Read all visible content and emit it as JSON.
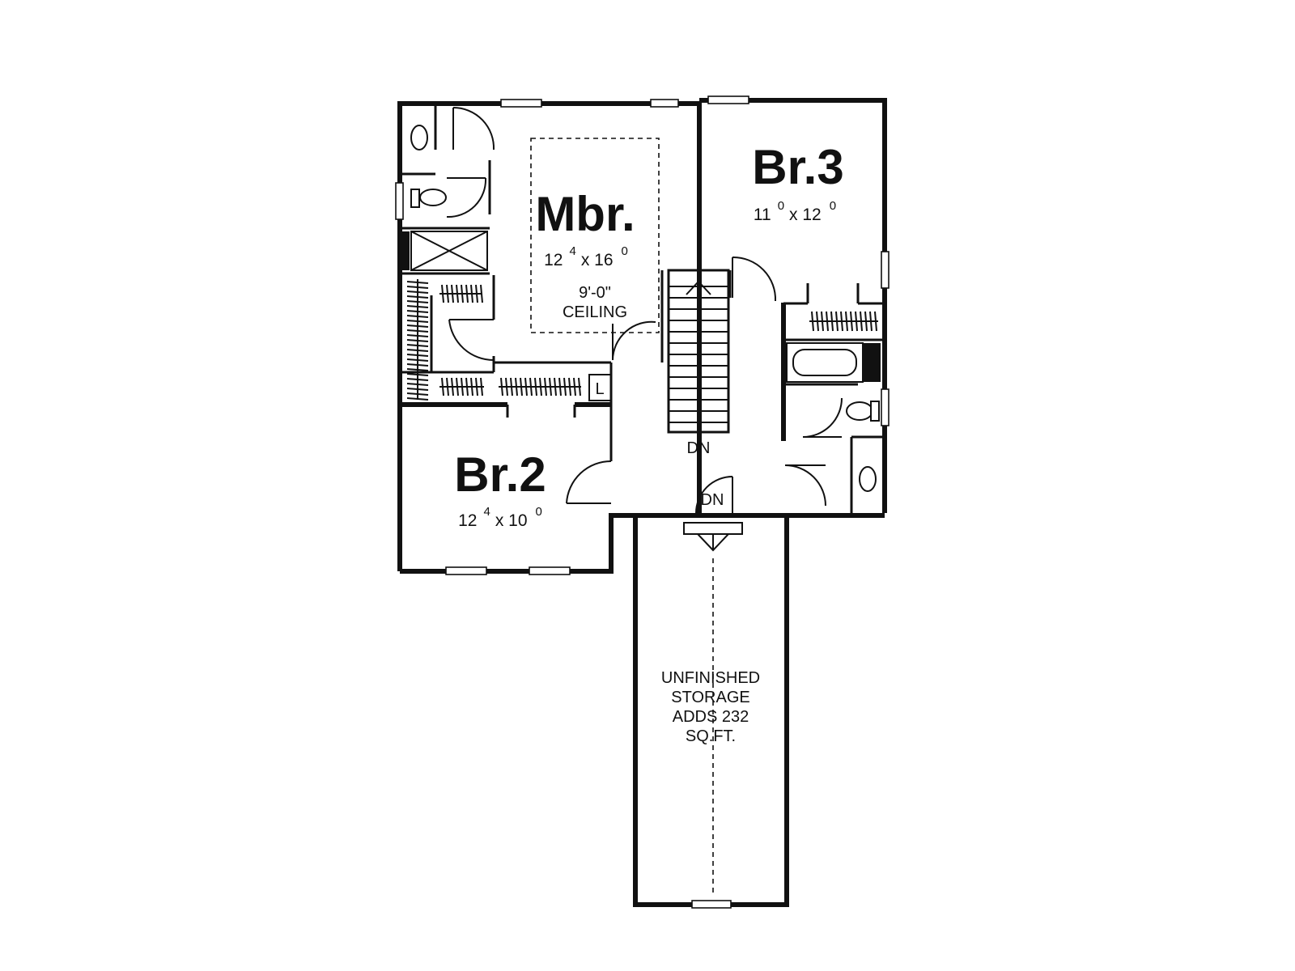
{
  "rooms": {
    "master": {
      "name": "Mbr.",
      "dim_w": "12",
      "dim_w_sup": "4",
      "dim_h": "x 16",
      "dim_h_sup": "0",
      "ceiling_height": "9'-0\"",
      "ceiling_label": "CEILING"
    },
    "bedroom2": {
      "name": "Br.2",
      "dim_w": "12",
      "dim_w_sup": "4",
      "dim_h": "x 10",
      "dim_h_sup": "0"
    },
    "bedroom3": {
      "name": "Br.3",
      "dim_w": "11",
      "dim_w_sup": "0",
      "dim_h": "x 12",
      "dim_h_sup": "0"
    },
    "linen": {
      "label": "L"
    }
  },
  "stairs": {
    "main_label": "DN",
    "storage_label": "DN"
  },
  "storage": {
    "lines": [
      "UNFINISHED",
      "STORAGE",
      "ADDS 232",
      "SQ.FT."
    ]
  }
}
